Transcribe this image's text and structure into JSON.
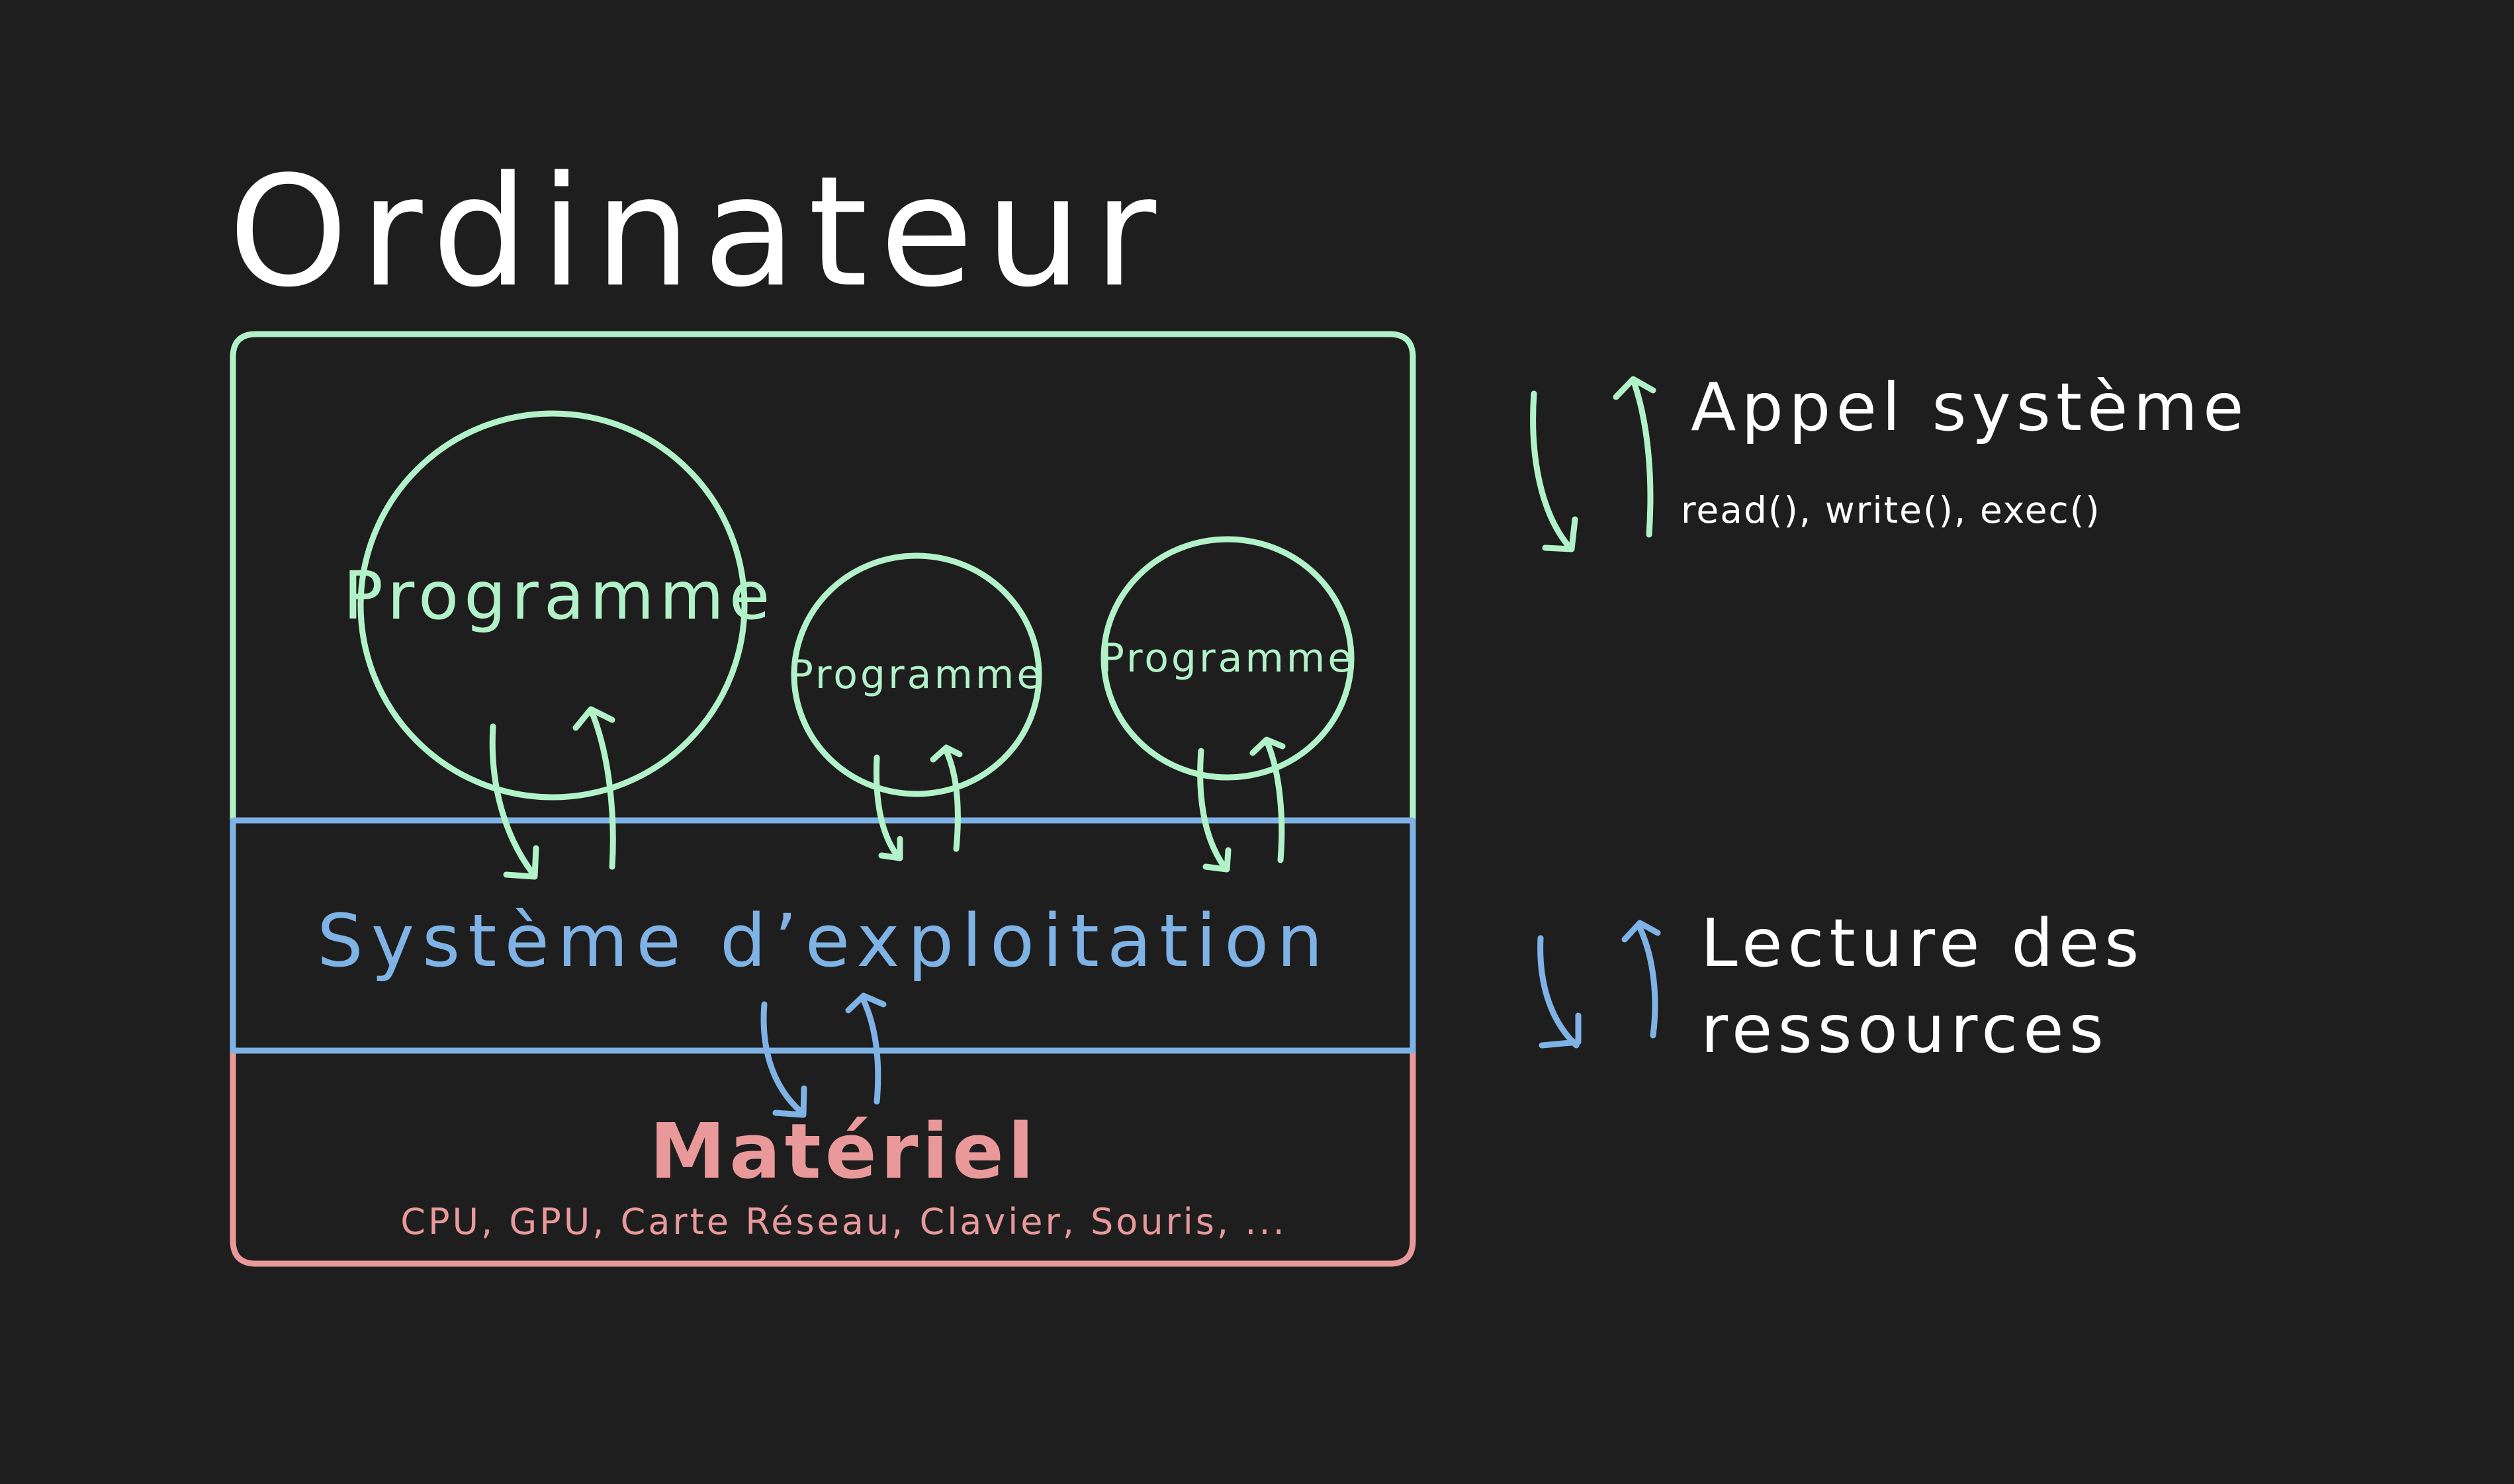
{
  "title": "Ordinateur",
  "programs": [
    {
      "label": "Programme"
    },
    {
      "label": "Programme"
    },
    {
      "label": "Programme"
    }
  ],
  "os_label": "Système d’exploitation",
  "hardware": {
    "label": "Matériel",
    "devices": "CPU, GPU, Carte Réseau, Clavier, Souris, ..."
  },
  "legend": {
    "syscall_title": "Appel système",
    "syscall_examples": "read(), write(), exec()",
    "resources_line1": "Lecture des",
    "resources_line2": "ressources"
  },
  "colors": {
    "background": "#1e1e1e",
    "title": "#ffffff",
    "program": "#b2f2c8",
    "os": "#7fb2e5",
    "hardware": "#e9999a"
  }
}
